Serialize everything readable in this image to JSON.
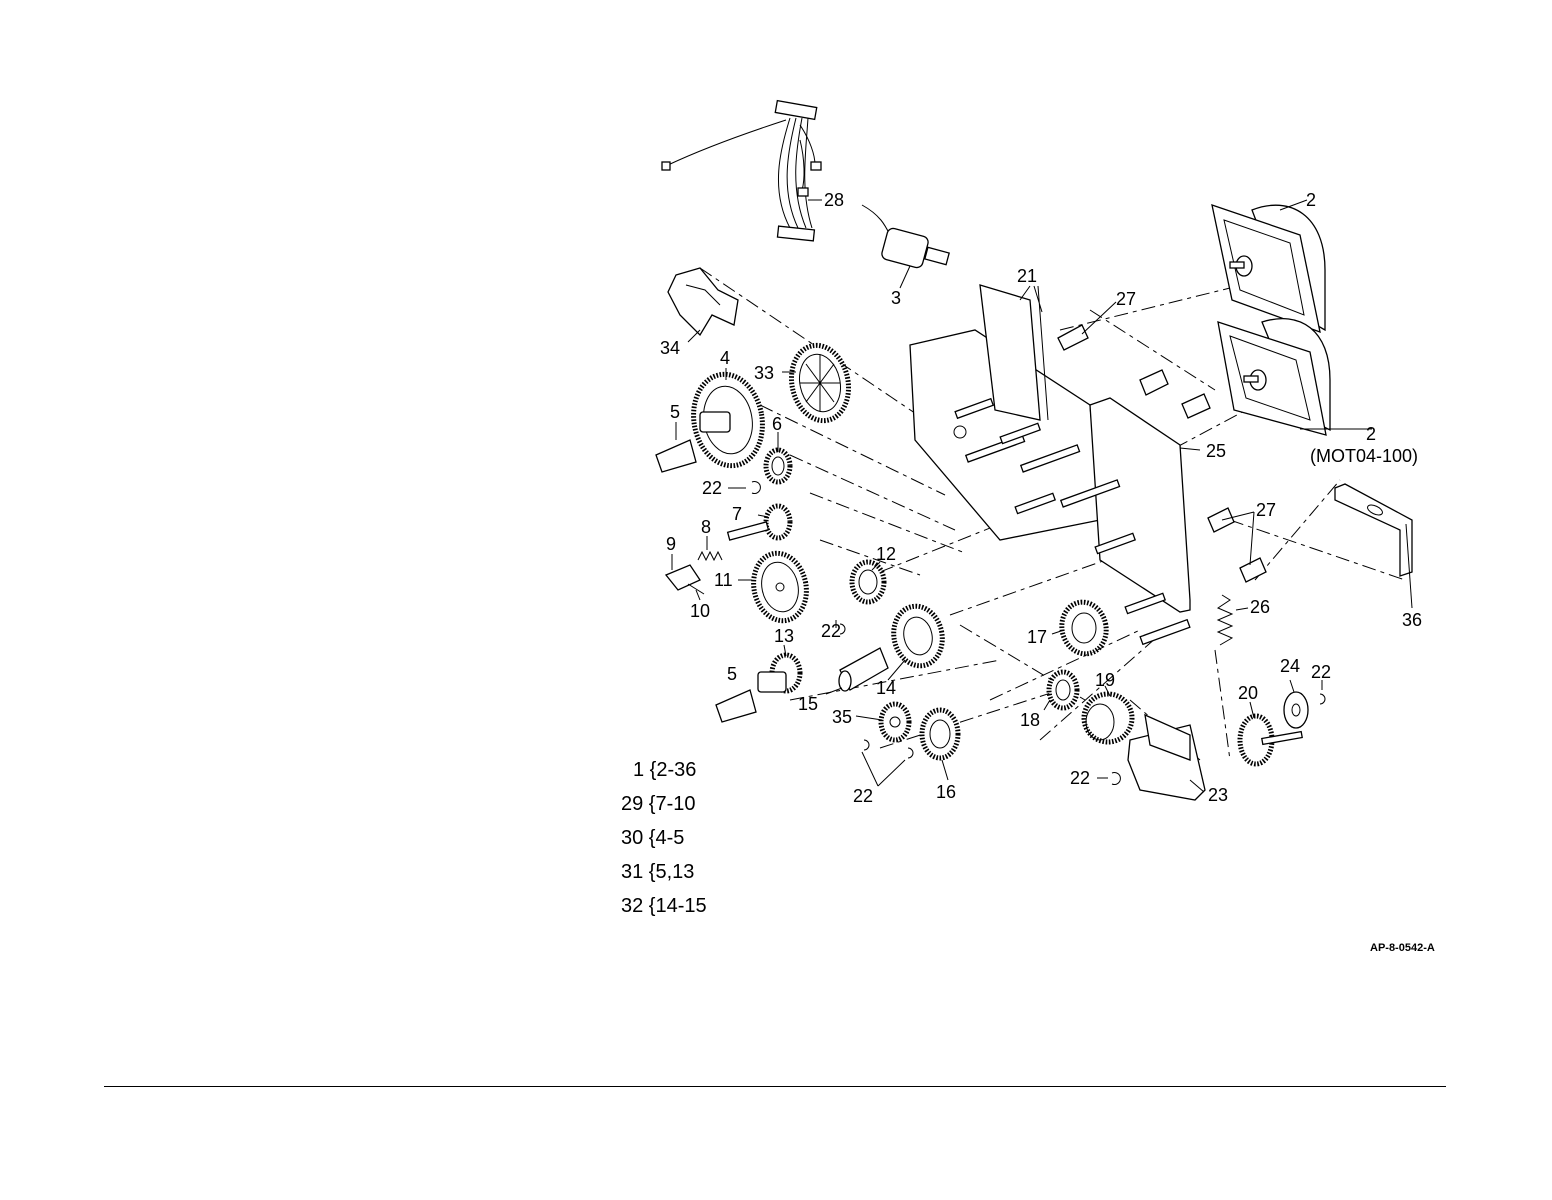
{
  "callouts": {
    "c2a": "2",
    "c2b": "2",
    "mot": "(MOT04-100)",
    "c3": "3",
    "c4": "4",
    "c5a": "5",
    "c5b": "5",
    "c6": "6",
    "c7": "7",
    "c8": "8",
    "c9": "9",
    "c10": "10",
    "c11": "11",
    "c12": "12",
    "c13": "13",
    "c14": "14",
    "c15": "15",
    "c16": "16",
    "c17": "17",
    "c18": "18",
    "c19": "19",
    "c20": "20",
    "c21": "21",
    "c22a": "22",
    "c22b": "22",
    "c22c": "22",
    "c22d": "22",
    "c22e": "22",
    "c23": "23",
    "c24": "24",
    "c25": "25",
    "c26": "26",
    "c27a": "27",
    "c27b": "27",
    "c28": "28",
    "c33": "33",
    "c34": "34",
    "c35": "35",
    "c36": "36"
  },
  "legend": [
    "1 {2-36",
    "29 {7-10",
    "30 {4-5",
    "31 {5,13",
    "32 {14-15"
  ],
  "figure_id": "AP-8-0542-A"
}
